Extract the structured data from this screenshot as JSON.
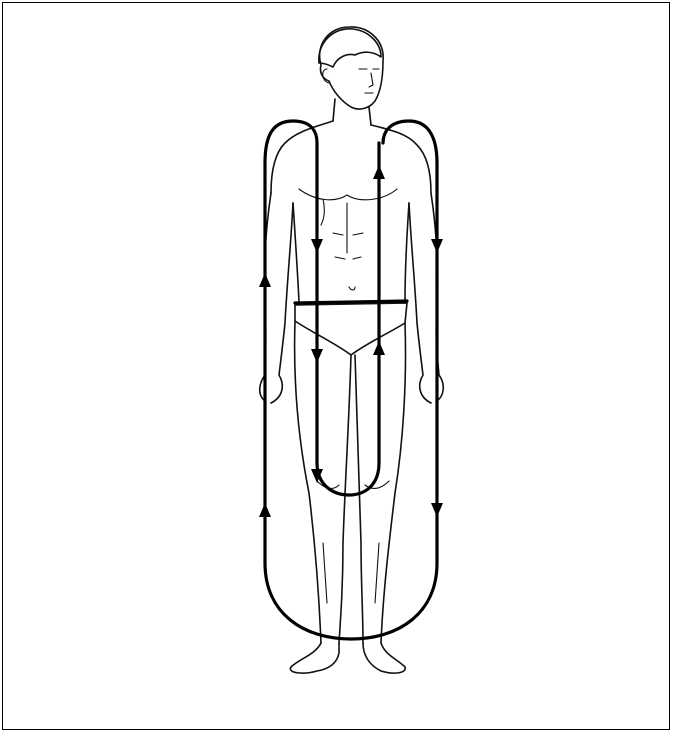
{
  "figure": {
    "subject": "standing-human-figure-front-view",
    "flow_lines": {
      "count": 4,
      "arrow_color": "#000000",
      "directions": [
        "down-front-left",
        "up-front-right",
        "up-outer-left",
        "down-outer-right"
      ]
    },
    "colors": {
      "background": "#ffffff",
      "ink": "#111111",
      "frame": "#000000"
    }
  }
}
